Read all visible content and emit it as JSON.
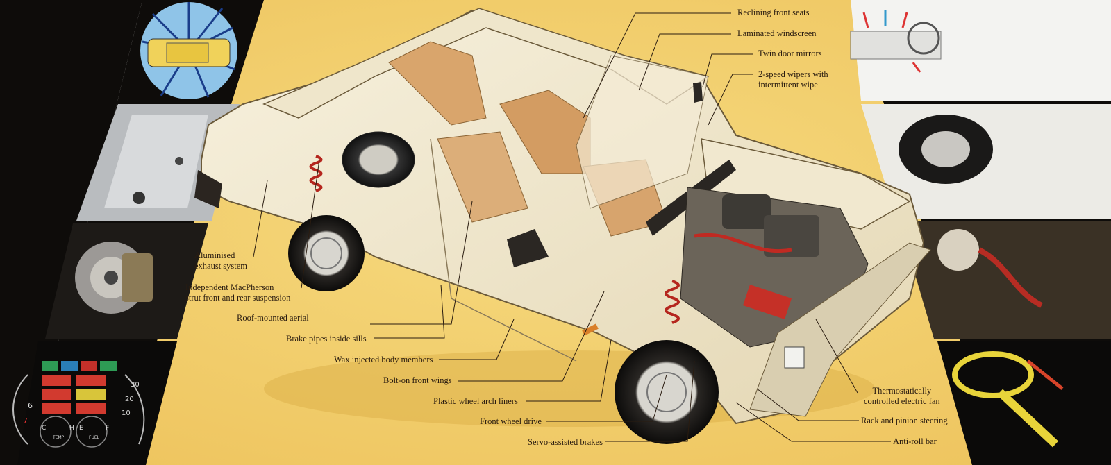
{
  "callouts": [
    {
      "id": "reclining-front-seats",
      "text": "Reclining front seats"
    },
    {
      "id": "laminated-windscreen",
      "text": "Laminated windscreen"
    },
    {
      "id": "twin-door-mirrors",
      "text": "Twin door mirrors"
    },
    {
      "id": "wipers",
      "lines": [
        "2-speed wipers with",
        "intermittent wipe"
      ]
    },
    {
      "id": "exhaust",
      "lines": [
        "Aluminised",
        "exhaust system"
      ]
    },
    {
      "id": "suspension",
      "lines": [
        "Independent MacPherson",
        "strut front and rear suspension"
      ]
    },
    {
      "id": "roof-aerial",
      "text": "Roof-mounted aerial"
    },
    {
      "id": "brake-pipes",
      "text": "Brake pipes inside sills"
    },
    {
      "id": "wax-injected",
      "text": "Wax injected body members"
    },
    {
      "id": "bolt-on-wings",
      "text": "Bolt-on front wings"
    },
    {
      "id": "plastic-liners",
      "text": "Plastic wheel arch liners"
    },
    {
      "id": "front-wheel-drive",
      "text": "Front wheel drive"
    },
    {
      "id": "servo-brakes",
      "text": "Servo-assisted brakes"
    },
    {
      "id": "electric-fan",
      "lines": [
        "Thermostatically",
        "controlled electric fan"
      ]
    },
    {
      "id": "rack-pinion",
      "text": "Rack and pinion steering"
    },
    {
      "id": "anti-roll",
      "text": "Anti-roll bar"
    }
  ],
  "dashboard": {
    "temp_label": "TEMP",
    "fuel_label": "FUEL",
    "h": "H",
    "c": "C",
    "e": "E",
    "f": "F",
    "ticks": [
      "6",
      "7",
      "30",
      "20",
      "10"
    ]
  },
  "colors": {
    "page_yellow": "#f1cf6a",
    "black_panel": "#0e0c0a",
    "car_body": "#f2ead2",
    "interior_tan": "#d9a56c",
    "red_spring": "#b5261e"
  }
}
